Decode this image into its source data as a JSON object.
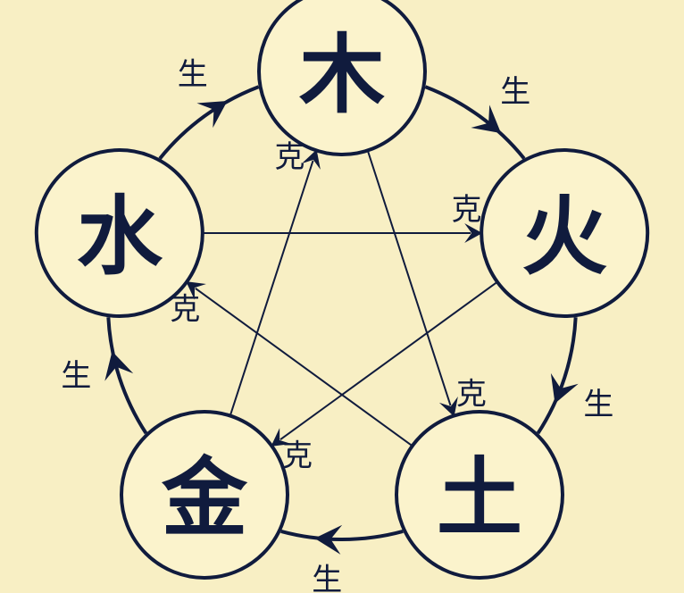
{
  "colors": {
    "background": "#f8efc4",
    "ink": "#101b3d",
    "node_fill": "#fbf3cc"
  },
  "elements": [
    {
      "id": "wood",
      "label": "木"
    },
    {
      "id": "fire",
      "label": "火"
    },
    {
      "id": "earth",
      "label": "土"
    },
    {
      "id": "metal",
      "label": "金"
    },
    {
      "id": "water",
      "label": "水"
    }
  ],
  "sheng": [
    {
      "from": "wood",
      "to": "fire",
      "label": "生"
    },
    {
      "from": "fire",
      "to": "earth",
      "label": "生"
    },
    {
      "from": "earth",
      "to": "metal",
      "label": "生"
    },
    {
      "from": "metal",
      "to": "water",
      "label": "生"
    },
    {
      "from": "water",
      "to": "wood",
      "label": "生"
    }
  ],
  "ke": [
    {
      "from": "water",
      "to": "fire",
      "label": "克"
    },
    {
      "from": "fire",
      "to": "metal",
      "label": "克"
    },
    {
      "from": "metal",
      "to": "wood",
      "label": "克"
    },
    {
      "from": "wood",
      "to": "earth",
      "label": "克"
    },
    {
      "from": "earth",
      "to": "water",
      "label": "克"
    }
  ]
}
